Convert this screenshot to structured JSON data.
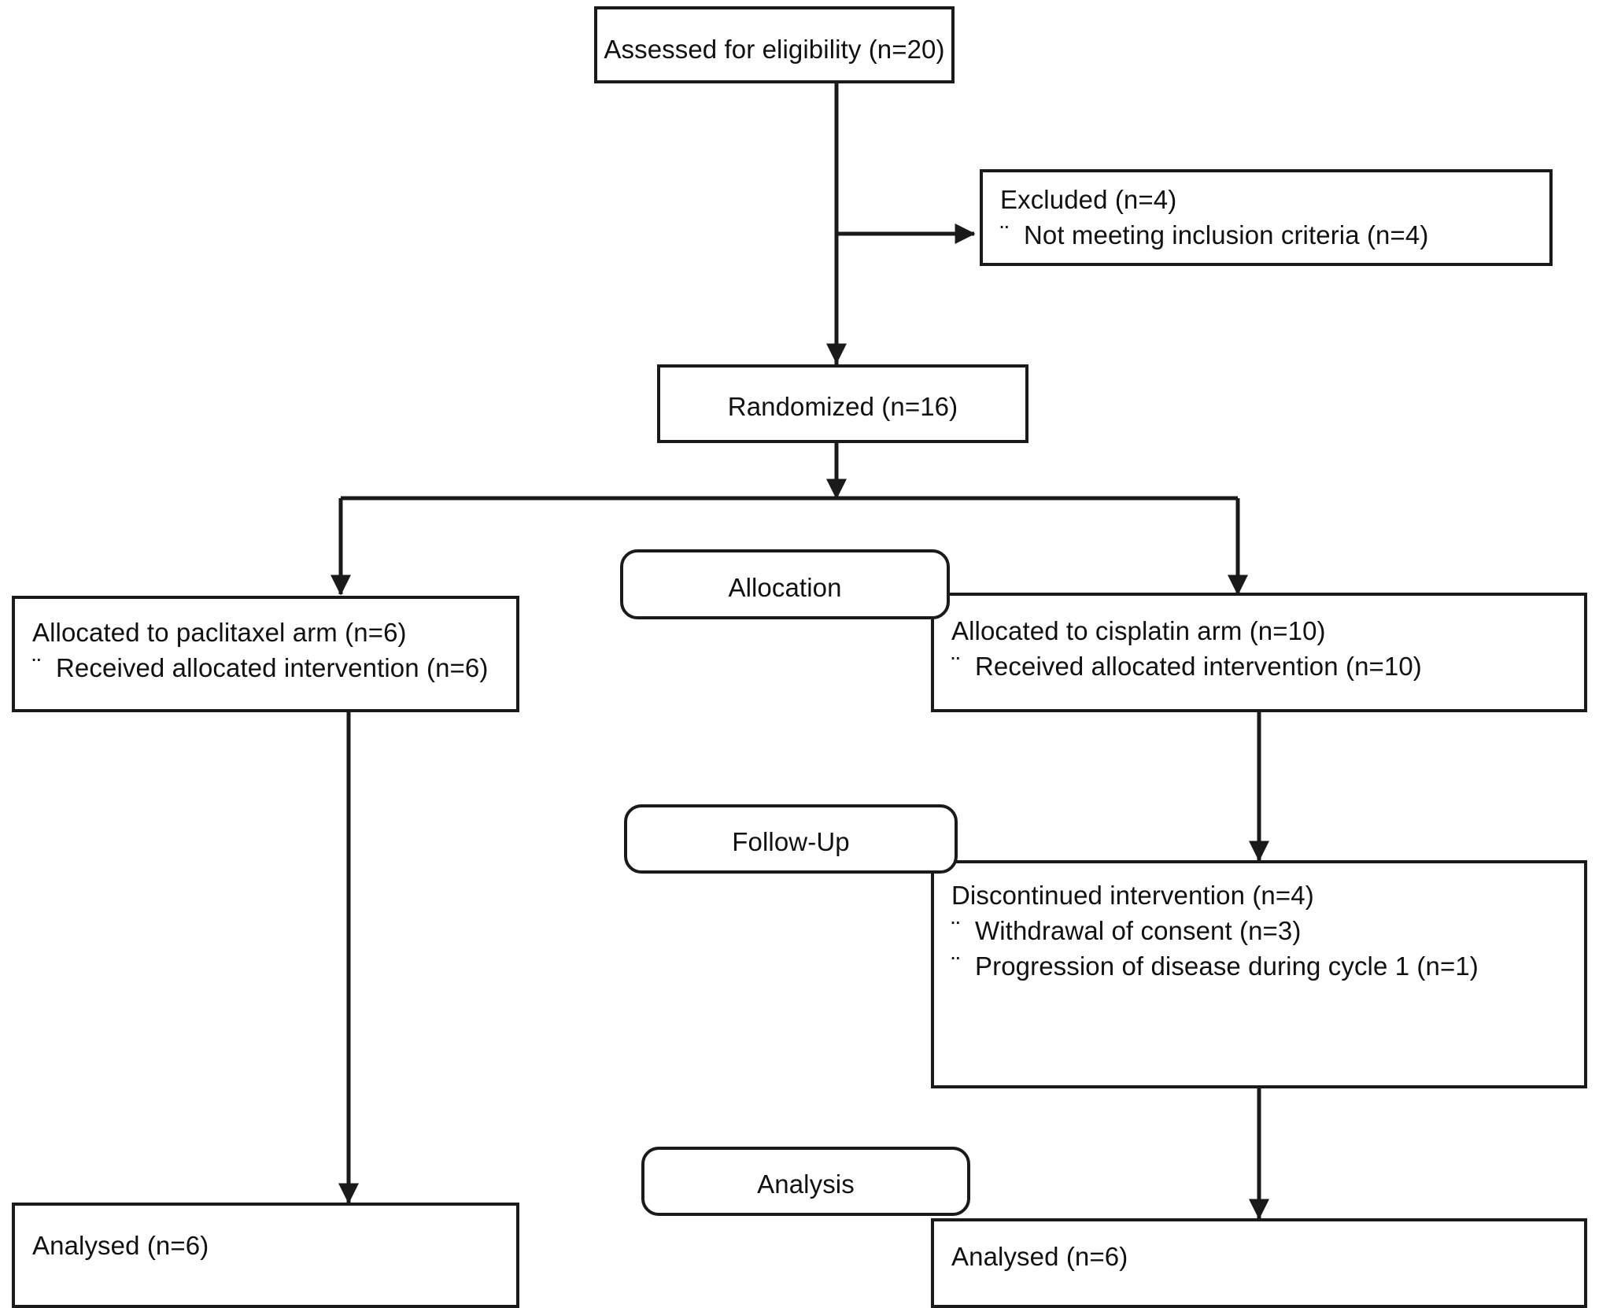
{
  "diagram": {
    "title": "CONSORT participant flow diagram",
    "stroke_color": "#1a1a1a",
    "text_color": "#111111",
    "background": "#ffffff",
    "bullet_glyph": "¨"
  },
  "nodes": {
    "enrollment": {
      "assessed": {
        "name": "assessed-for-eligibility-box",
        "line1": "Assessed for eligibility (n=20)"
      },
      "excluded": {
        "name": "excluded-box",
        "line1": "Excluded (n=4)",
        "bullets": [
          "Not meeting inclusion criteria (n=4)"
        ]
      },
      "randomized": {
        "name": "randomized-box",
        "line1": "Randomized (n=16)"
      }
    },
    "stage_labels": {
      "allocation": "Allocation",
      "follow_up": "Follow-Up",
      "analysis": "Analysis"
    },
    "allocation": {
      "left": {
        "name": "allocated-paclitaxel-box",
        "line1": "Allocated to paclitaxel arm (n=6)",
        "bullets": [
          "Received allocated intervention (n=6)"
        ]
      },
      "right": {
        "name": "allocated-cisplatin-box",
        "line1": "Allocated to cisplatin arm (n=10)",
        "bullets": [
          "Received allocated intervention (n=10)"
        ]
      }
    },
    "follow_up": {
      "right": {
        "name": "discontinued-intervention-box",
        "line1": "Discontinued intervention (n=4)",
        "bullets": [
          "Withdrawal of consent (n=3)",
          "Progression of disease during cycle 1 (n=1)"
        ]
      }
    },
    "analysis": {
      "left": {
        "name": "analysed-paclitaxel-box",
        "line1": "Analysed (n=6)"
      },
      "right": {
        "name": "analysed-cisplatin-box",
        "line1": "Analysed (n=6)"
      }
    }
  }
}
